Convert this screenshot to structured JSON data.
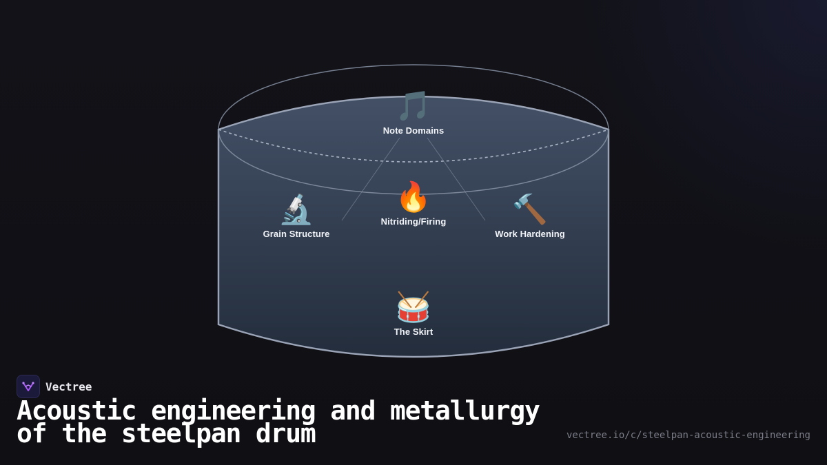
{
  "diagram": {
    "nodes": [
      {
        "id": "note-domains",
        "icon": "musical-notes-icon",
        "emoji": "🎵",
        "label": "Note Domains"
      },
      {
        "id": "nitriding-firing",
        "icon": "fire-icon",
        "emoji": "🔥",
        "label": "Nitriding/Firing"
      },
      {
        "id": "grain-structure",
        "icon": "microscope-icon",
        "emoji": "🔬",
        "label": "Grain Structure"
      },
      {
        "id": "work-hardening",
        "icon": "hammer-icon",
        "emoji": "🔨",
        "label": "Work Hardening"
      },
      {
        "id": "the-skirt",
        "icon": "drum-icon",
        "emoji": "🥁",
        "label": "The Skirt"
      }
    ]
  },
  "brand": {
    "name": "Vectree",
    "logo_icon": "vectree-logo-icon",
    "logo_color": "#a855f7"
  },
  "headline": "Acoustic engineering and metallurgy of the steelpan drum",
  "url": "vectree.io/c/steelpan-acoustic-engineering",
  "colors": {
    "background": "#111116",
    "drum_fill_top": "#3f4b5e",
    "drum_fill_bottom": "#222c3b",
    "drum_outline": "#9aa4b6"
  }
}
